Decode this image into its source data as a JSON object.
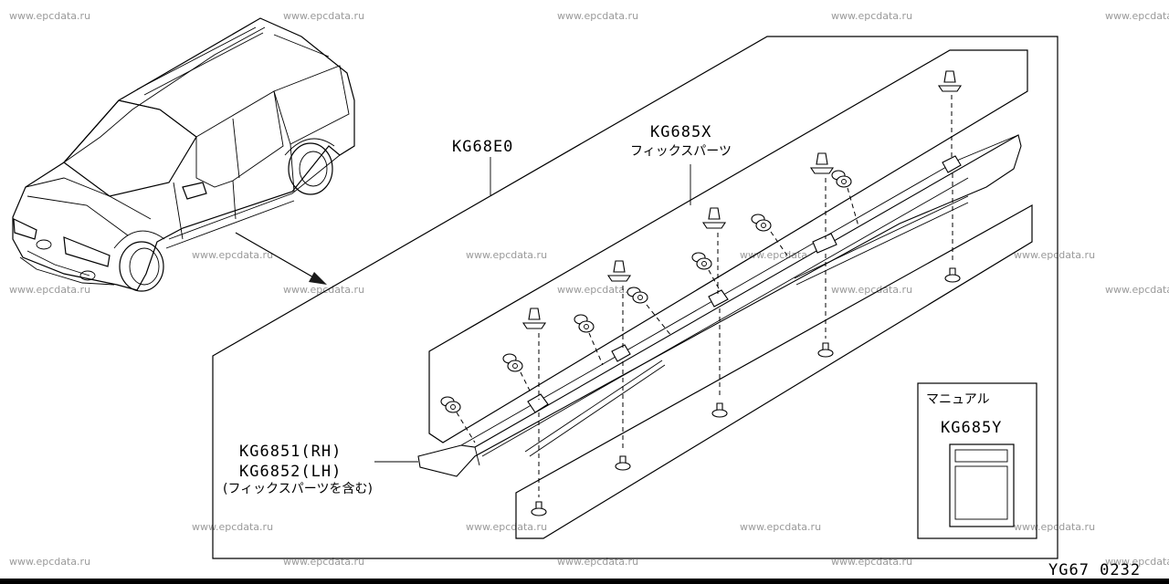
{
  "watermarks": {
    "text": "www.epcdata.ru",
    "grid_rows": 3,
    "grid_cols": 5
  },
  "labels": {
    "kit_main": "KG68E0",
    "fix_parts": "KG685X",
    "fix_parts_jp": "フィックスパーツ",
    "moulding_rh": "KG6851(RH)",
    "moulding_lh": "KG6852(LH)",
    "moulding_note": "(フィックスパーツを含む)",
    "manual_title": "マニュアル",
    "manual_part": "KG685Y"
  },
  "footer": {
    "code": "YG67 0232"
  },
  "colors": {
    "line": "#000000",
    "watermark": "#9a9a9a",
    "background": "#ffffff"
  }
}
